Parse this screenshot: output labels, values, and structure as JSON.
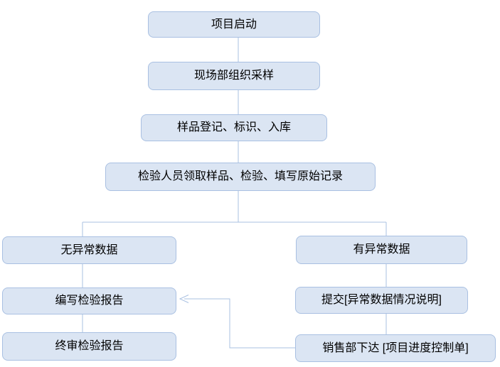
{
  "diagram": {
    "type": "flowchart",
    "colors": {
      "node_fill": "#dbe5f3",
      "node_border": "#a9c0e2",
      "connector": "#a9c0e2",
      "text": "#000000",
      "background": "#ffffff"
    },
    "nodes": [
      {
        "id": "project-start",
        "label": "项目启动"
      },
      {
        "id": "field-sampling",
        "label": "现场部组织采样"
      },
      {
        "id": "sample-registration",
        "label": "样品登记、标识、入库"
      },
      {
        "id": "inspection",
        "label": "检验人员领取样品、检验、填写原始记录"
      },
      {
        "id": "no-abnormal-data",
        "label": "无异常数据"
      },
      {
        "id": "abnormal-data",
        "label": "有异常数据"
      },
      {
        "id": "write-report",
        "label": "编写检验报告"
      },
      {
        "id": "submit-abnormal-note",
        "label": "提交[异常数据情况说明]"
      },
      {
        "id": "final-review-report",
        "label": "终审检验报告"
      },
      {
        "id": "sales-issue-control-sheet",
        "label": "销售部下达 [项目进度控制单]"
      }
    ],
    "edges": [
      {
        "from": "project-start",
        "to": "field-sampling",
        "arrow": false
      },
      {
        "from": "field-sampling",
        "to": "sample-registration",
        "arrow": false
      },
      {
        "from": "sample-registration",
        "to": "inspection",
        "arrow": false
      },
      {
        "from": "inspection",
        "to": "no-abnormal-data",
        "arrow": false
      },
      {
        "from": "inspection",
        "to": "abnormal-data",
        "arrow": false
      },
      {
        "from": "no-abnormal-data",
        "to": "write-report",
        "arrow": false
      },
      {
        "from": "write-report",
        "to": "final-review-report",
        "arrow": false
      },
      {
        "from": "abnormal-data",
        "to": "submit-abnormal-note",
        "arrow": false
      },
      {
        "from": "submit-abnormal-note",
        "to": "sales-issue-control-sheet",
        "arrow": false
      },
      {
        "from": "sales-issue-control-sheet",
        "to": "write-report",
        "arrow": true
      }
    ]
  }
}
